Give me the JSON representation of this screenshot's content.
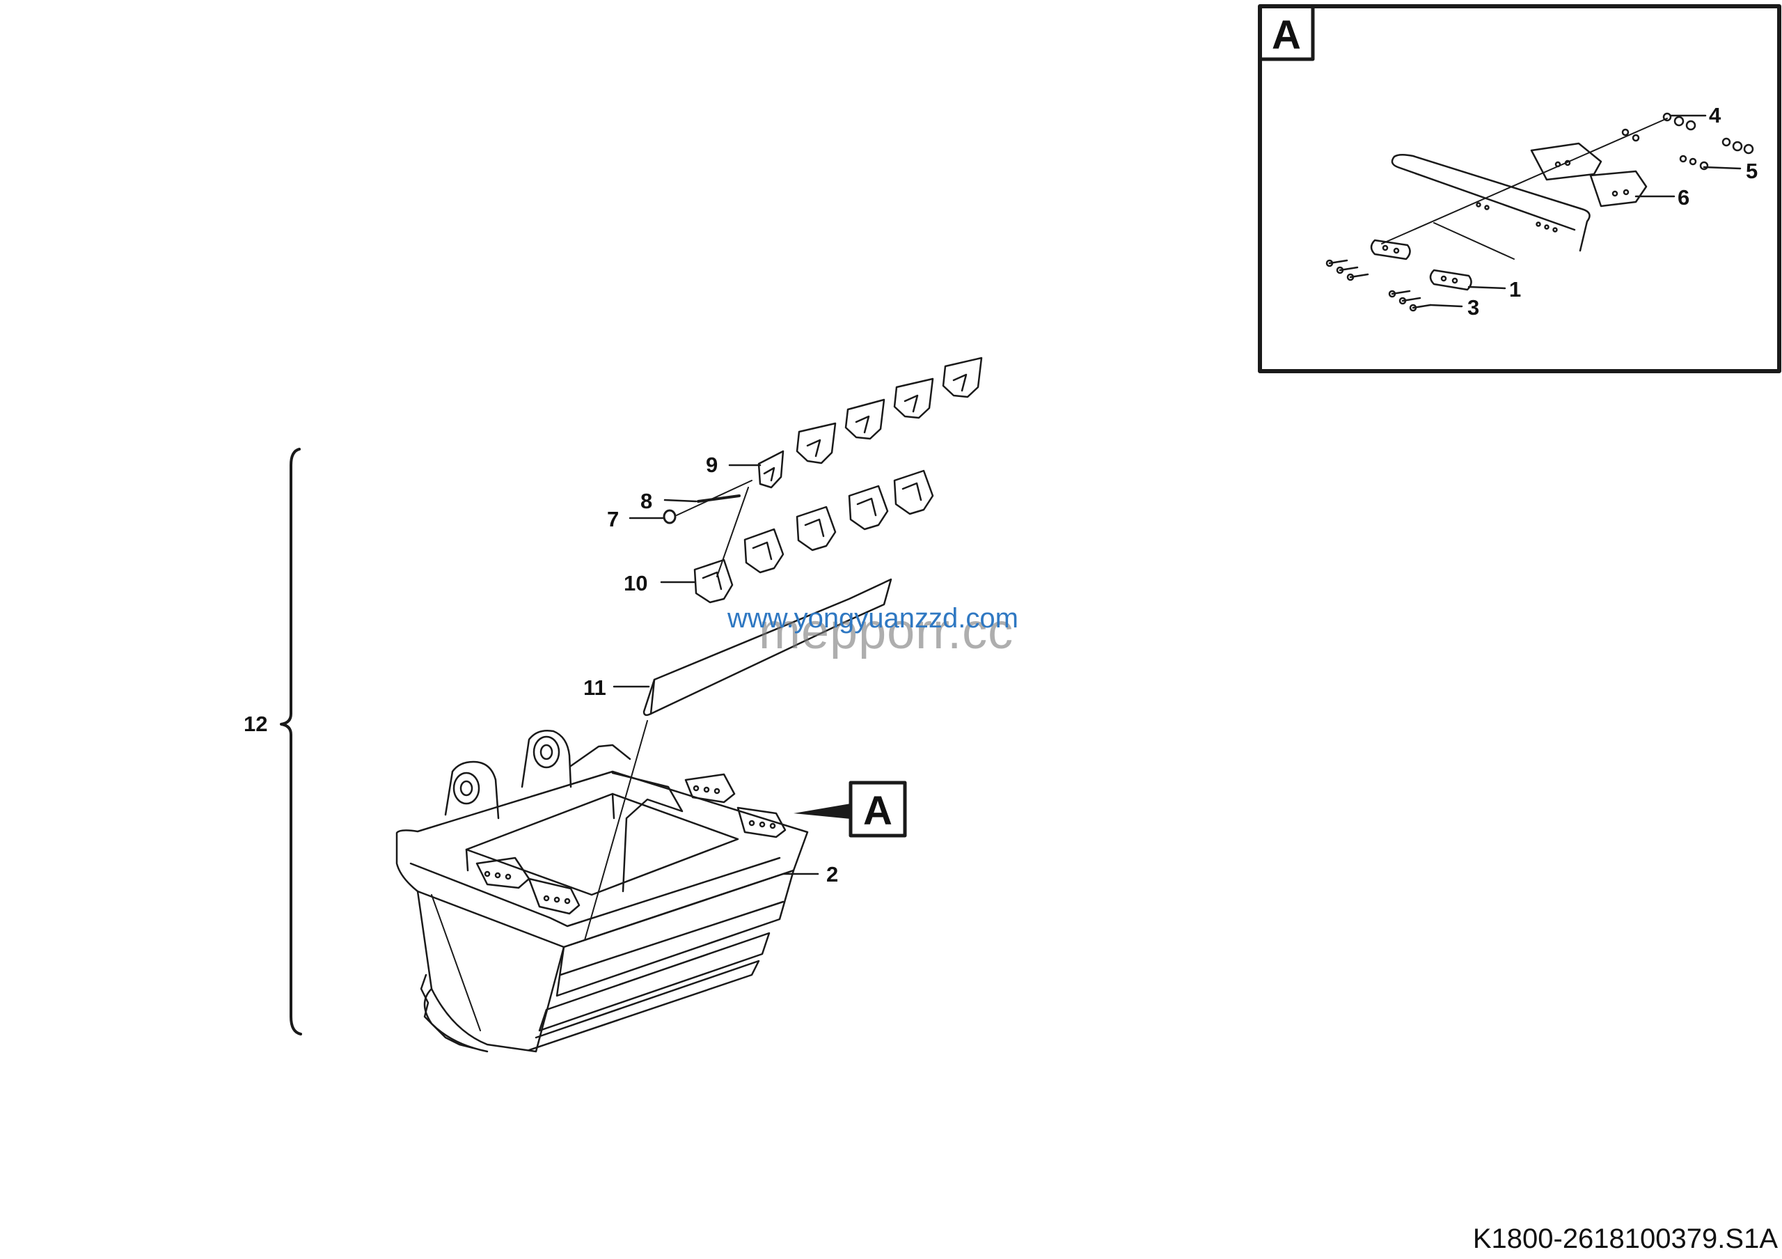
{
  "callouts": {
    "c1": "1",
    "c2": "2",
    "c3": "3",
    "c4": "4",
    "c5": "5",
    "c6": "6",
    "c7": "7",
    "c8": "8",
    "c9": "9",
    "c10": "10",
    "c11": "11",
    "c12": "12"
  },
  "detail": {
    "inset_label": "A",
    "pointer_label": "A"
  },
  "watermarks": {
    "primary": "www.yongyuanzzd.com",
    "secondary": "mepporr.cc"
  },
  "figure_id": "K1800-2618100379.S1A",
  "colors": {
    "line": "#1a1a1a",
    "watermark_blue": "#2f78c2",
    "watermark_gray": "#7a7a7a"
  }
}
